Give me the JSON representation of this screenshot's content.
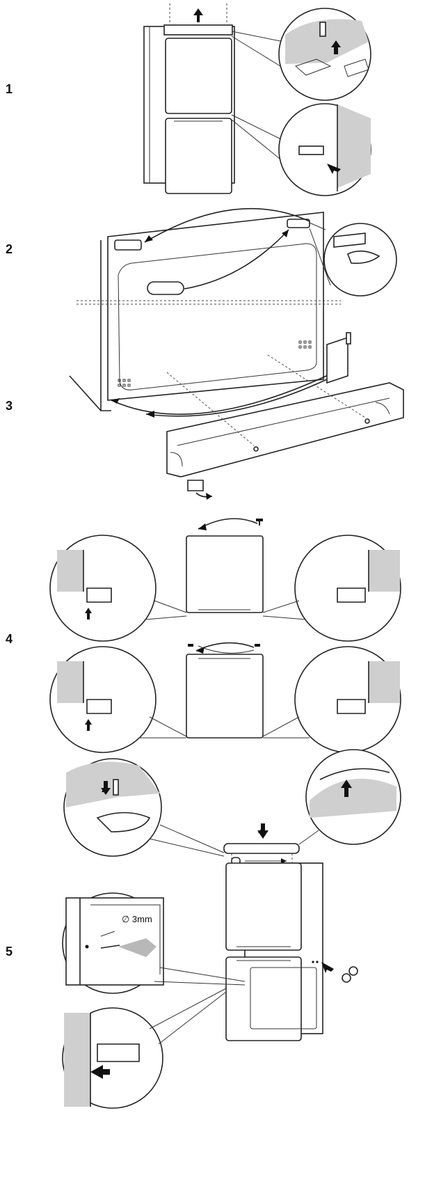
{
  "steps": [
    {
      "number": "1"
    },
    {
      "number": "2"
    },
    {
      "number": "3"
    },
    {
      "number": "4"
    },
    {
      "number": "5"
    }
  ],
  "annotations": {
    "drill_diameter": "∅ 3mm"
  },
  "colors": {
    "line": "#222222",
    "shade": "#cfcfcf",
    "background": "#ffffff"
  }
}
